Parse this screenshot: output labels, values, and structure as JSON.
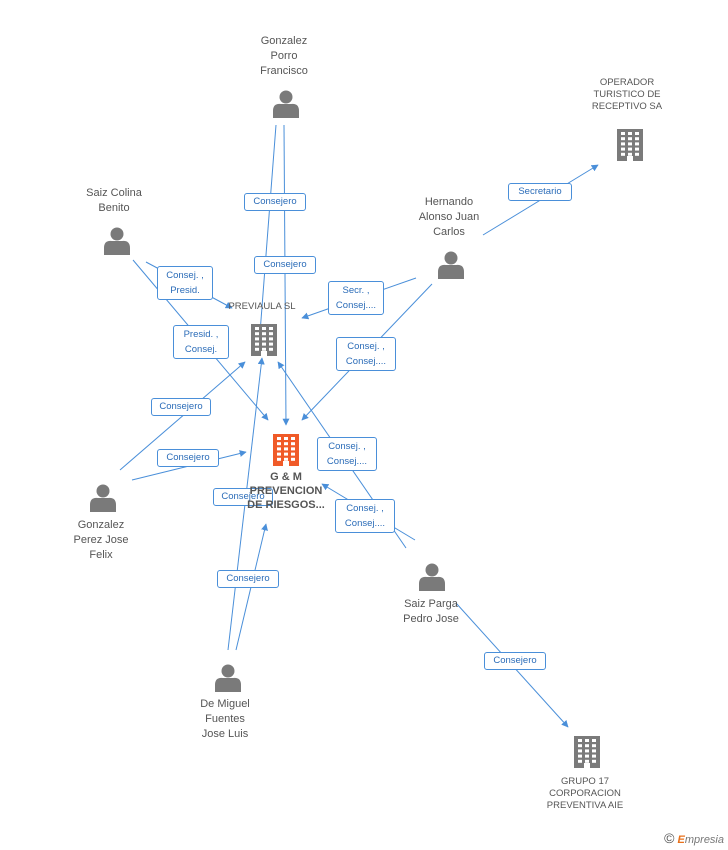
{
  "colors": {
    "edge": "#4a8fd9",
    "person": "#7a7a7a",
    "company": "#7a7a7a",
    "focus": "#f05a28"
  },
  "nodes": [
    {
      "id": "gm",
      "type": "focus",
      "label": "G & M\nPREVENCION\nDE RIESGOS..."
    },
    {
      "id": "previaula",
      "type": "company",
      "label": "PREVIAULA SL"
    },
    {
      "id": "operador",
      "type": "company",
      "label": "OPERADOR\nTURISTICO DE\nRECEPTIVO SA"
    },
    {
      "id": "grupo17",
      "type": "company",
      "label": "GRUPO 17\nCORPORACION\nPREVENTIVA AIE"
    },
    {
      "id": "gonzalez_porro",
      "type": "person",
      "label": "Gonzalez\nPorro\nFrancisco"
    },
    {
      "id": "saiz_colina",
      "type": "person",
      "label": "Saiz Colina\nBenito"
    },
    {
      "id": "hernando",
      "type": "person",
      "label": "Hernando\nAlonso Juan\nCarlos"
    },
    {
      "id": "gonzalez_perez",
      "type": "person",
      "label": "Gonzalez\nPerez Jose\nFelix"
    },
    {
      "id": "saiz_parga",
      "type": "person",
      "label": "Saiz Parga\nPedro Jose"
    },
    {
      "id": "de_miguel",
      "type": "person",
      "label": "De Miguel\nFuentes\nJose Luis"
    }
  ],
  "edges": [
    {
      "from": "gonzalez_porro",
      "to": "previaula",
      "label": "Consejero"
    },
    {
      "from": "gonzalez_porro",
      "to": "gm",
      "label": "Consejero"
    },
    {
      "from": "saiz_colina",
      "to": "previaula",
      "label": "Consej. ,\nPresid."
    },
    {
      "from": "saiz_colina",
      "to": "gm",
      "label": "Presid. ,\nConsej."
    },
    {
      "from": "hernando",
      "to": "operador",
      "label": "Secretario"
    },
    {
      "from": "hernando",
      "to": "previaula",
      "label": "Secr. ,\nConsej...."
    },
    {
      "from": "hernando",
      "to": "gm",
      "label": "Consej. ,\nConsej...."
    },
    {
      "from": "gonzalez_perez",
      "to": "previaula",
      "label": "Consejero"
    },
    {
      "from": "gonzalez_perez",
      "to": "gm",
      "label": "Consejero"
    },
    {
      "from": "saiz_parga",
      "to": "previaula",
      "label": "Consej. ,\nConsej...."
    },
    {
      "from": "saiz_parga",
      "to": "gm",
      "label": "Consej. ,\nConsej...."
    },
    {
      "from": "saiz_parga",
      "to": "grupo17",
      "label": "Consejero"
    },
    {
      "from": "de_miguel",
      "to": "previaula",
      "label": "Consejero"
    },
    {
      "from": "de_miguel",
      "to": "gm",
      "label": "Consejero"
    }
  ],
  "brand": {
    "copyright": "©",
    "initial": "E",
    "rest": "mpresia"
  }
}
